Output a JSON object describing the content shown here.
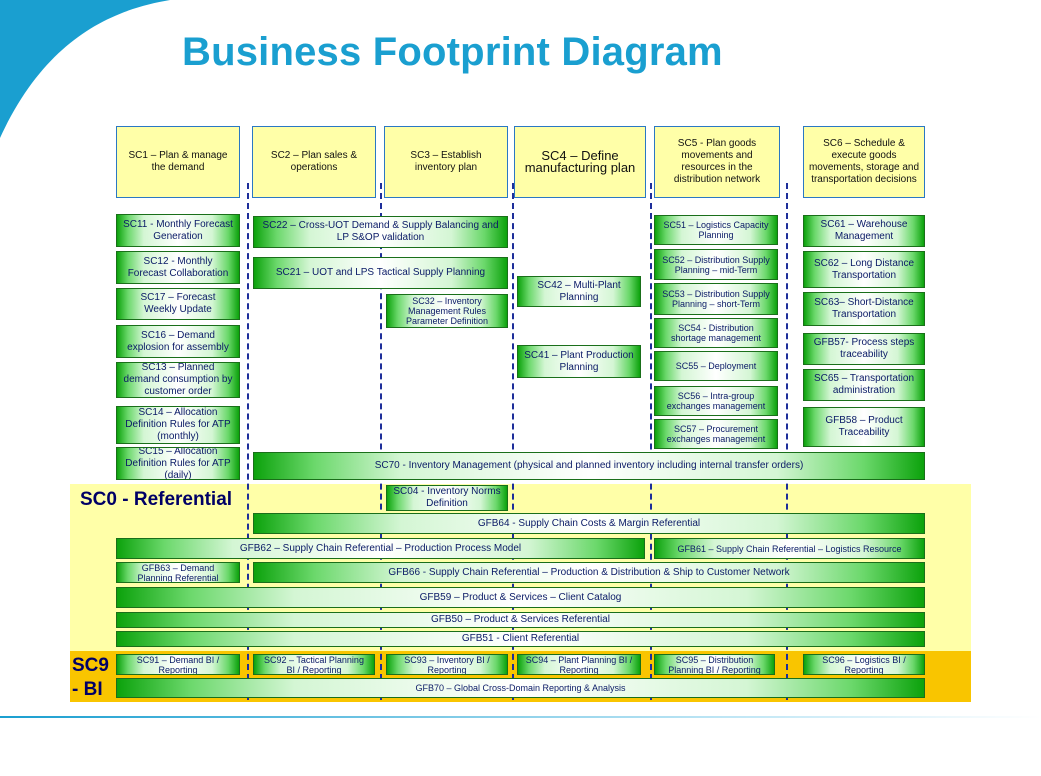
{
  "title": "Business Footprint Diagram",
  "regions": {
    "ref": "SC0 - Referential",
    "bi_1": "SC9",
    "bi_2": "- BI"
  },
  "headers": [
    "SC1 – Plan & manage the demand",
    "SC2 – Plan sales & operations",
    "SC3 – Establish inventory plan",
    "SC4 – Define manufacturing plan",
    "SC5 - Plan goods movements and resources in the distribution network",
    "SC6 – Schedule & execute goods movements, storage and transportation decisions"
  ],
  "boxes": {
    "sc11": "SC11 - Monthly Forecast Generation",
    "sc12": "SC12 - Monthly Forecast Collaboration",
    "sc17": "SC17 – Forecast Weekly Update",
    "sc16": "SC16 – Demand explosion for assembly",
    "sc13": "SC13 – Planned demand consumption by customer order",
    "sc14": "SC14 – Allocation Definition Rules for ATP (monthly)",
    "sc15": "SC15 – Allocation Definition Rules for ATP (daily)",
    "sc22": "SC22 – Cross-UOT Demand & Supply Balancing and LP S&OP validation",
    "sc21": "SC21 – UOT and LPS Tactical Supply Planning",
    "sc32": "SC32 – Inventory Management Rules Parameter Definition",
    "sc42": "SC42 – Multi-Plant Planning",
    "sc41": "SC41 – Plant Production Planning",
    "sc51": "SC51 – Logistics Capacity Planning",
    "sc52": "SC52 – Distribution Supply Planning – mid-Term",
    "sc53": "SC53 – Distribution Supply Planning – short-Term",
    "sc54": "SC54 - Distribution shortage management",
    "sc55": "SC55 – Deployment",
    "sc56": "SC56 – Intra-group exchanges management",
    "sc57": "SC57 – Procurement exchanges management",
    "sc61": "SC61 – Warehouse Management",
    "sc62": "SC62 – Long Distance Transportation",
    "sc63": "SC63– Short-Distance Transportation",
    "gfb57": "GFB57- Process steps traceability",
    "sc65": "SC65 – Transportation administration",
    "gfb58": "GFB58 – Product Traceability",
    "sc70": "SC70 - Inventory Management (physical and planned inventory including internal transfer orders)",
    "sc04": "SC04 - Inventory Norms Definition",
    "gfb64": "GFB64 - Supply Chain Costs & Margin Referential",
    "gfb62": "GFB62 – Supply Chain Referential – Production Process Model",
    "gfb61": "GFB61 – Supply Chain Referential – Logistics Resource",
    "gfb63": "GFB63 – Demand Planning Referential",
    "gfb66": "GFB66 - Supply Chain Referential – Production & Distribution & Ship to Customer Network",
    "gfb59": "GFB59 – Product & Services – Client Catalog",
    "gfb50": "GFB50 – Product & Services Referential",
    "gfb51": "GFB51 - Client Referential",
    "sc91": "SC91 – Demand BI / Reporting",
    "sc92": "SC92 – Tactical Planning BI / Reporting",
    "sc93": "SC93 – Inventory BI / Reporting",
    "sc94": "SC94 – Plant Planning BI / Reporting",
    "sc95": "SC95 – Distribution Planning BI / Reporting",
    "sc96": "SC96 – Logistics BI / Reporting",
    "gfb70": "GFB70 – Global Cross-Domain Reporting & Analysis"
  },
  "colors": {
    "title": "#1a9fd0",
    "header_fill": "#ffffa8",
    "referential_band": "#ffffa8",
    "bi_band": "#f9c500",
    "box_edge": "#0ca20c",
    "label_text": "#000066"
  }
}
